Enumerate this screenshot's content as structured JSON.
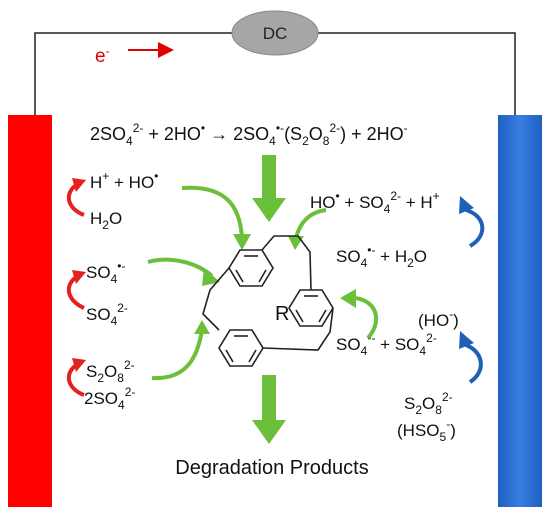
{
  "source": {
    "label": "DC",
    "color": "#a6a6a6"
  },
  "electron": {
    "label": "e",
    "sup": "-",
    "color": "#e00000"
  },
  "anode": {
    "color": "#ff0000"
  },
  "cathode": {
    "color": "#2e6fd1"
  },
  "arrow_colors": {
    "green": "#6cbf3a",
    "red": "#e52020",
    "blue": "#1f5fb5"
  },
  "top_equation": {
    "a": "2SO",
    "a_sub": "4",
    "a_sup": "2-",
    "b": " + 2HO",
    "b_sup": "•",
    "arrow": " → ",
    "c": "2SO",
    "c_sub": "4",
    "c_sup": "•-",
    "d": "(S",
    "d_sub1": "2",
    "d_mid": "O",
    "d_sub2": "8",
    "d_sup": "2-",
    "e": ") + 2HO",
    "e_sup": "-"
  },
  "left": {
    "r1_top": {
      "a": "H",
      "a_sup": "+",
      "b": " + HO",
      "b_sup": "•"
    },
    "r1_bottom": {
      "a": "H",
      "a_sub": "2",
      "b": "O"
    },
    "r2_top": {
      "a": "SO",
      "a_sub": "4",
      "a_sup": "•-"
    },
    "r2_bottom": {
      "a": "SO",
      "a_sub": "4",
      "a_sup": "2-"
    },
    "r3_top": {
      "a": "S",
      "a_sub1": "2",
      "b": "O",
      "b_sub": "8",
      "b_sup": "2-"
    },
    "r3_bottom": {
      "a": "2SO",
      "a_sub": "4",
      "a_sup": "2-"
    }
  },
  "right": {
    "r1_top": {
      "a": "HO",
      "a_sup": "•",
      "b": " + SO",
      "b_sub": "4",
      "b_sup": "2-",
      "c": " + H",
      "c_sup": "+"
    },
    "r1_bottom": {
      "a": "SO",
      "a_sub": "4",
      "a_sup": "•-",
      "b": " + H",
      "b_sub": "2",
      "c": "O"
    },
    "r2_paren": {
      "a": "(HO",
      "a_sup": "-",
      "b": ")"
    },
    "r2_main": {
      "a": "SO",
      "a_sub": "4",
      "a_sup": "•-",
      "b": " + SO",
      "b_sub": "4",
      "b_sup": "2-"
    },
    "r3_top": {
      "a": "S",
      "a_sub1": "2",
      "b": "O",
      "b_sub": "8",
      "b_sup": "2-"
    },
    "r3_bottom": {
      "a": "(HSO",
      "a_sub": "5",
      "a_sup": "-",
      "b": ")"
    }
  },
  "molecule": {
    "label": "R"
  },
  "products": {
    "label": "Degradation Products"
  }
}
